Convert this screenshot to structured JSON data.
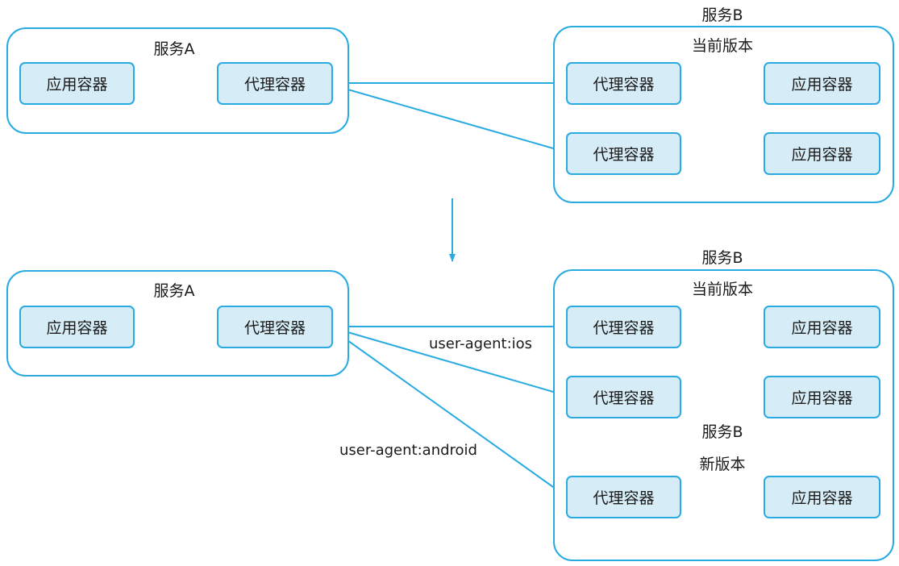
{
  "colors": {
    "stroke": "#29abe2",
    "box_fill": "#d6ecf7"
  },
  "top": {
    "service_a": {
      "title": "服务A",
      "app": "应用容器",
      "proxy": "代理容器"
    },
    "service_b": {
      "title": "服务B",
      "version": "当前版本",
      "rows": [
        {
          "proxy": "代理容器",
          "app": "应用容器"
        },
        {
          "proxy": "代理容器",
          "app": "应用容器"
        }
      ]
    }
  },
  "bottom": {
    "service_a": {
      "title": "服务A",
      "app": "应用容器",
      "proxy": "代理容器"
    },
    "service_b_current": {
      "title": "服务B",
      "version": "当前版本",
      "rows": [
        {
          "proxy": "代理容器",
          "app": "应用容器"
        },
        {
          "proxy": "代理容器",
          "app": "应用容器"
        }
      ]
    },
    "service_b_new": {
      "title": "服务B",
      "version": "新版本",
      "rows": [
        {
          "proxy": "代理容器",
          "app": "应用容器"
        }
      ]
    },
    "route_labels": {
      "ios": "user-agent:ios",
      "android": "user-agent:android"
    }
  }
}
